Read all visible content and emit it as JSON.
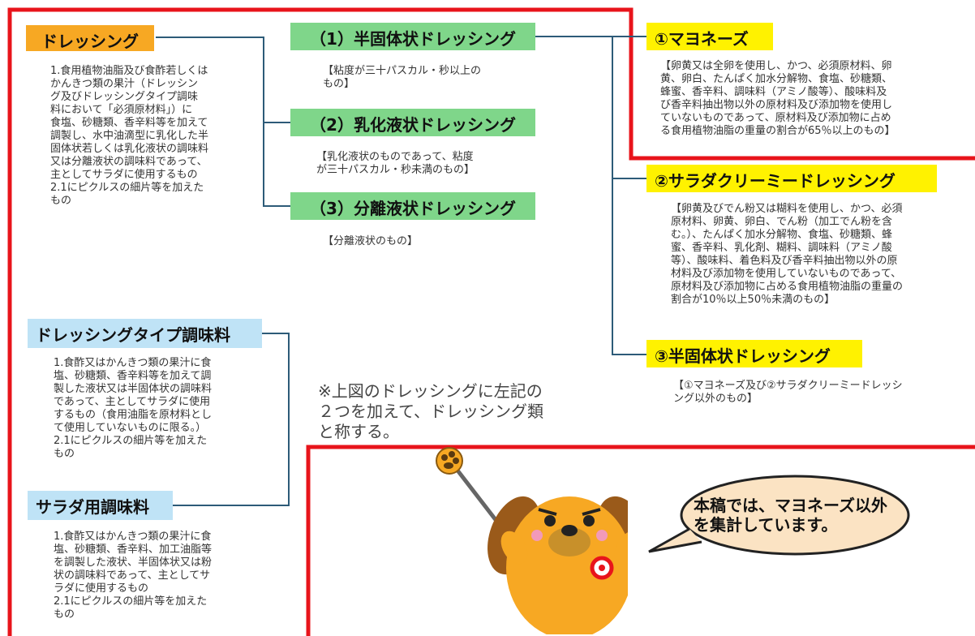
{
  "dressing": {
    "title": "ドレッシング",
    "description": "1.食用植物油脂及び食酢若しくは\nかんきつ類の果汁（ドレッシン\nグ及びドレッシングタイプ調味\n料において「必須原材料」）に\n食塩、砂糖類、香辛料等を加えて\n調製し、水中油滴型に乳化した半\n固体状若しくは乳化液状の調味料\n又は分離液状の調味料であって、\n主としてサラダに使用するもの\n2.1にピクルスの細片等を加えた\nもの"
  },
  "types": [
    {
      "title": "（1）半固体状ドレッシング",
      "description": "【粘度が三十パスカル・秒以上の\nもの】"
    },
    {
      "title": "（2）乳化液状ドレッシング",
      "description": "【乳化液状のものであって、粘度\nが三十パスカル・秒未満のもの】"
    },
    {
      "title": "（3）分離液状ドレッシング",
      "description": "【分離液状のもの】"
    }
  ],
  "subtypes": [
    {
      "title": "①マヨネーズ",
      "description": "【卵黄又は全卵を使用し、かつ、必須原材料、卵\n黄、卵白、たんぱく加水分解物、食塩、砂糖類、\n蜂蜜、香辛料、調味料（アミノ酸等）、酸味料及\nび香辛料抽出物以外の原材料及び添加物を使用し\nていないものであって、原材料及び添加物に占め\nる食用植物油脂の重量の割合が65％以上のもの】"
    },
    {
      "title": "②サラダクリーミードレッシング",
      "description": "【卵黄及びでん粉又は糊料を使用し、かつ、必須\n原材料、卵黄、卵白、でん粉（加工でん粉を含\nむ。）、たんぱく加水分解物、食塩、砂糖類、蜂\n蜜、香辛料、乳化剤、糊料、調味料（アミノ酸\n等）、酸味料、着色料及び香辛料抽出物以外の原\n材料及び添加物を使用していないものであって、\n原材料及び添加物に占める食用植物油脂の重量の\n割合が10％以上50％未満のもの】"
    },
    {
      "title": "③半固体状ドレッシング",
      "description": "【①マヨネーズ及び②サラダクリーミードレッシ\nング以外のもの】"
    }
  ],
  "dressing_type": {
    "title": "ドレッシングタイプ調味料",
    "description": "1.食酢又はかんきつ類の果汁に食\n塩、砂糖類、香辛料等を加えて調\n製した液状又は半固体状の調味料\nであって、主としてサラダに使用\nするもの（食用油脂を原材料とし\nて使用していないものに限る。）\n2.1にピクルスの細片等を加えた\nもの"
  },
  "salad_seasoning": {
    "title": "サラダ用調味料",
    "description": "1.食酢又はかんきつ類の果汁に食\n塩、砂糖類、香辛料、加工油脂等\nを調製した液状、半固体状又は粉\n状の調味料であって、主としてサ\nラダに使用するもの\n2.1にピクルスの細片等を加えた\nもの"
  },
  "note": "※上図のドレッシングに左記の\n２つを加えて、ドレッシング類\nと称する。",
  "bubble": "本稿では、マヨネーズ以外\nを集計しています。",
  "colors": {
    "frame_red": "#e8141b",
    "connector": "#2d5b78",
    "orange": "#f7a823",
    "green": "#7fd68a",
    "yellow": "#fff200",
    "blue": "#bfe3f6"
  }
}
